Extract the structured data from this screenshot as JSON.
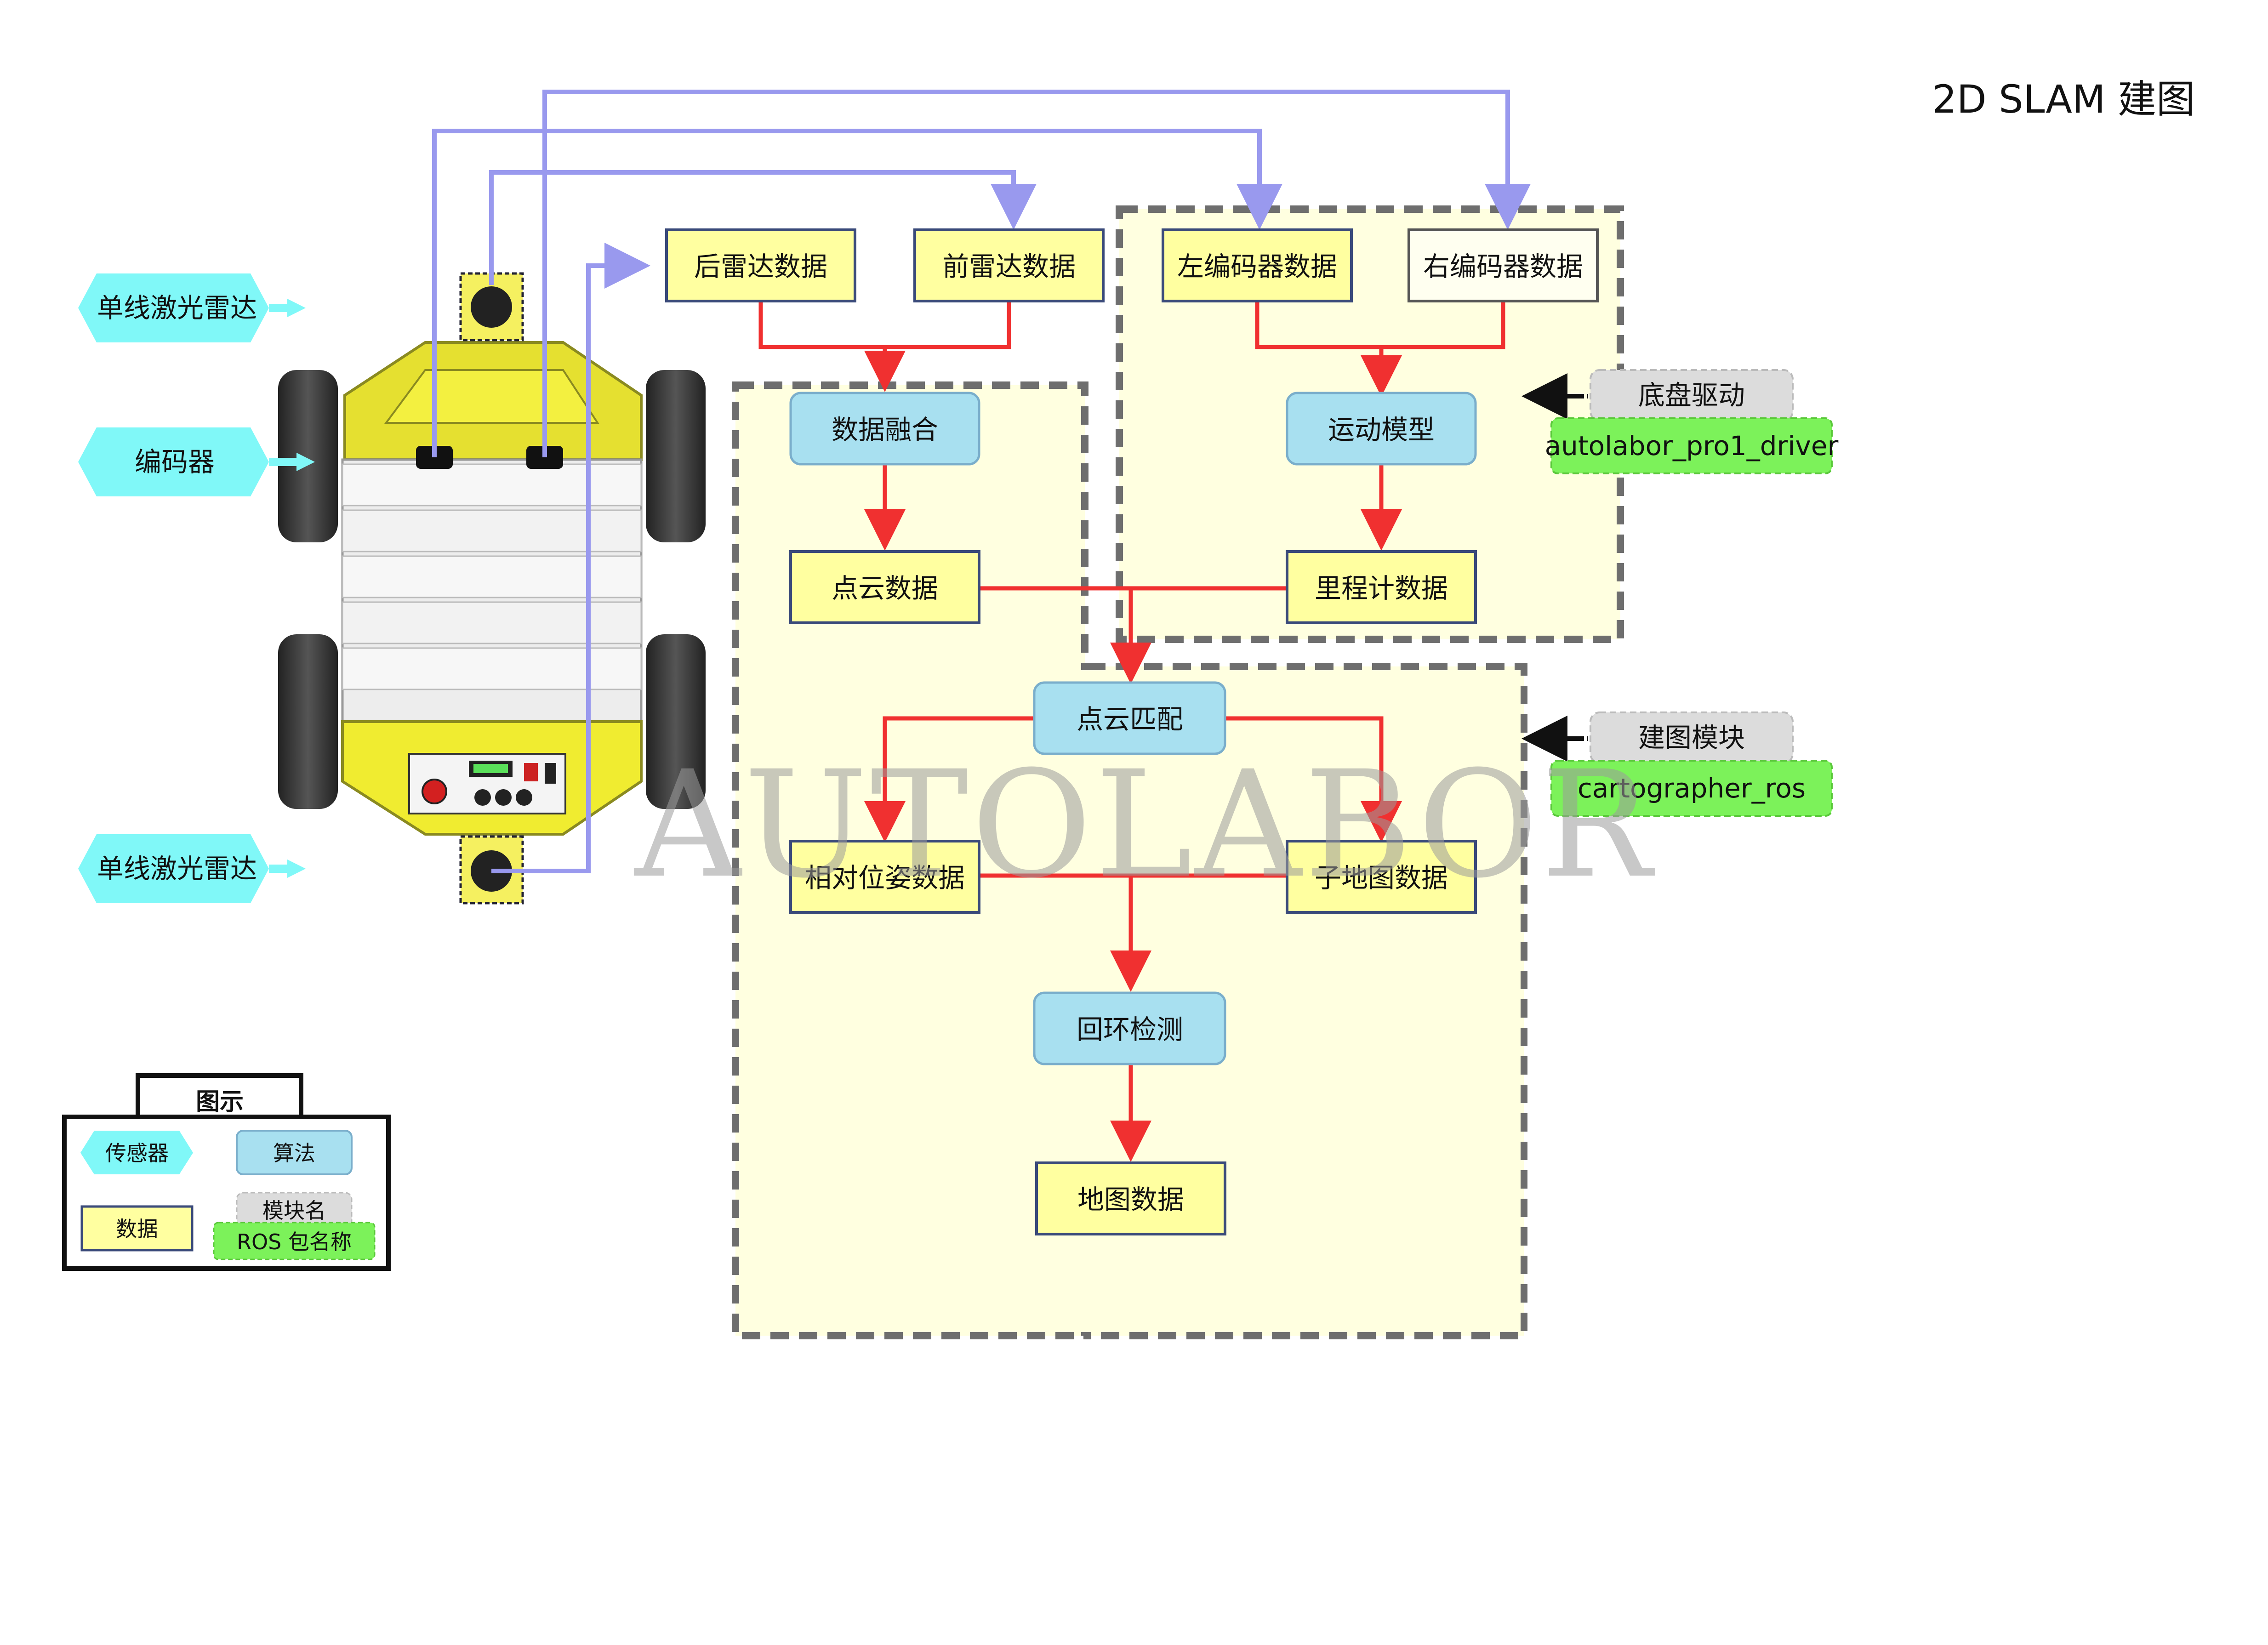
{
  "title": "2D SLAM  建图",
  "watermark": "AUTOLABOR",
  "colors": {
    "data_box": "#FFFFA0",
    "algo_box": "#A8E0F0",
    "sensor": "#80F8F8",
    "region": "#FFFFE0",
    "module_gray": "#DCDCDC",
    "package_green": "#7CF25A",
    "red_arrow": "#F03030",
    "blue_line": "#9999EE"
  },
  "sensors": {
    "lidar_top": "单线激光雷达",
    "encoder": "编码器",
    "lidar_bottom": "单线激光雷达"
  },
  "data_boxes": {
    "rear_lidar": "后雷达数据",
    "front_lidar": "前雷达数据",
    "left_encoder": "左编码器数据",
    "right_encoder": "右编码器数据",
    "point_cloud": "点云数据",
    "odometry": "里程计数据",
    "relative_pose": "相对位姿数据",
    "submap": "子地图数据",
    "map": "地图数据"
  },
  "algo_boxes": {
    "data_fusion": "数据融合",
    "motion_model": "运动模型",
    "scan_matching": "点云匹配",
    "loop_closure": "回环检测"
  },
  "modules": {
    "chassis": {
      "module": "底盘驱动",
      "package": "autolabor_pro1_driver"
    },
    "mapping": {
      "module": "建图模块",
      "package": "cartographer_ros"
    }
  },
  "legend": {
    "title": "图示",
    "sensor": "传感器",
    "algorithm": "算法",
    "data": "数据",
    "module_name": "模块名",
    "package_name": "ROS 包名称"
  }
}
